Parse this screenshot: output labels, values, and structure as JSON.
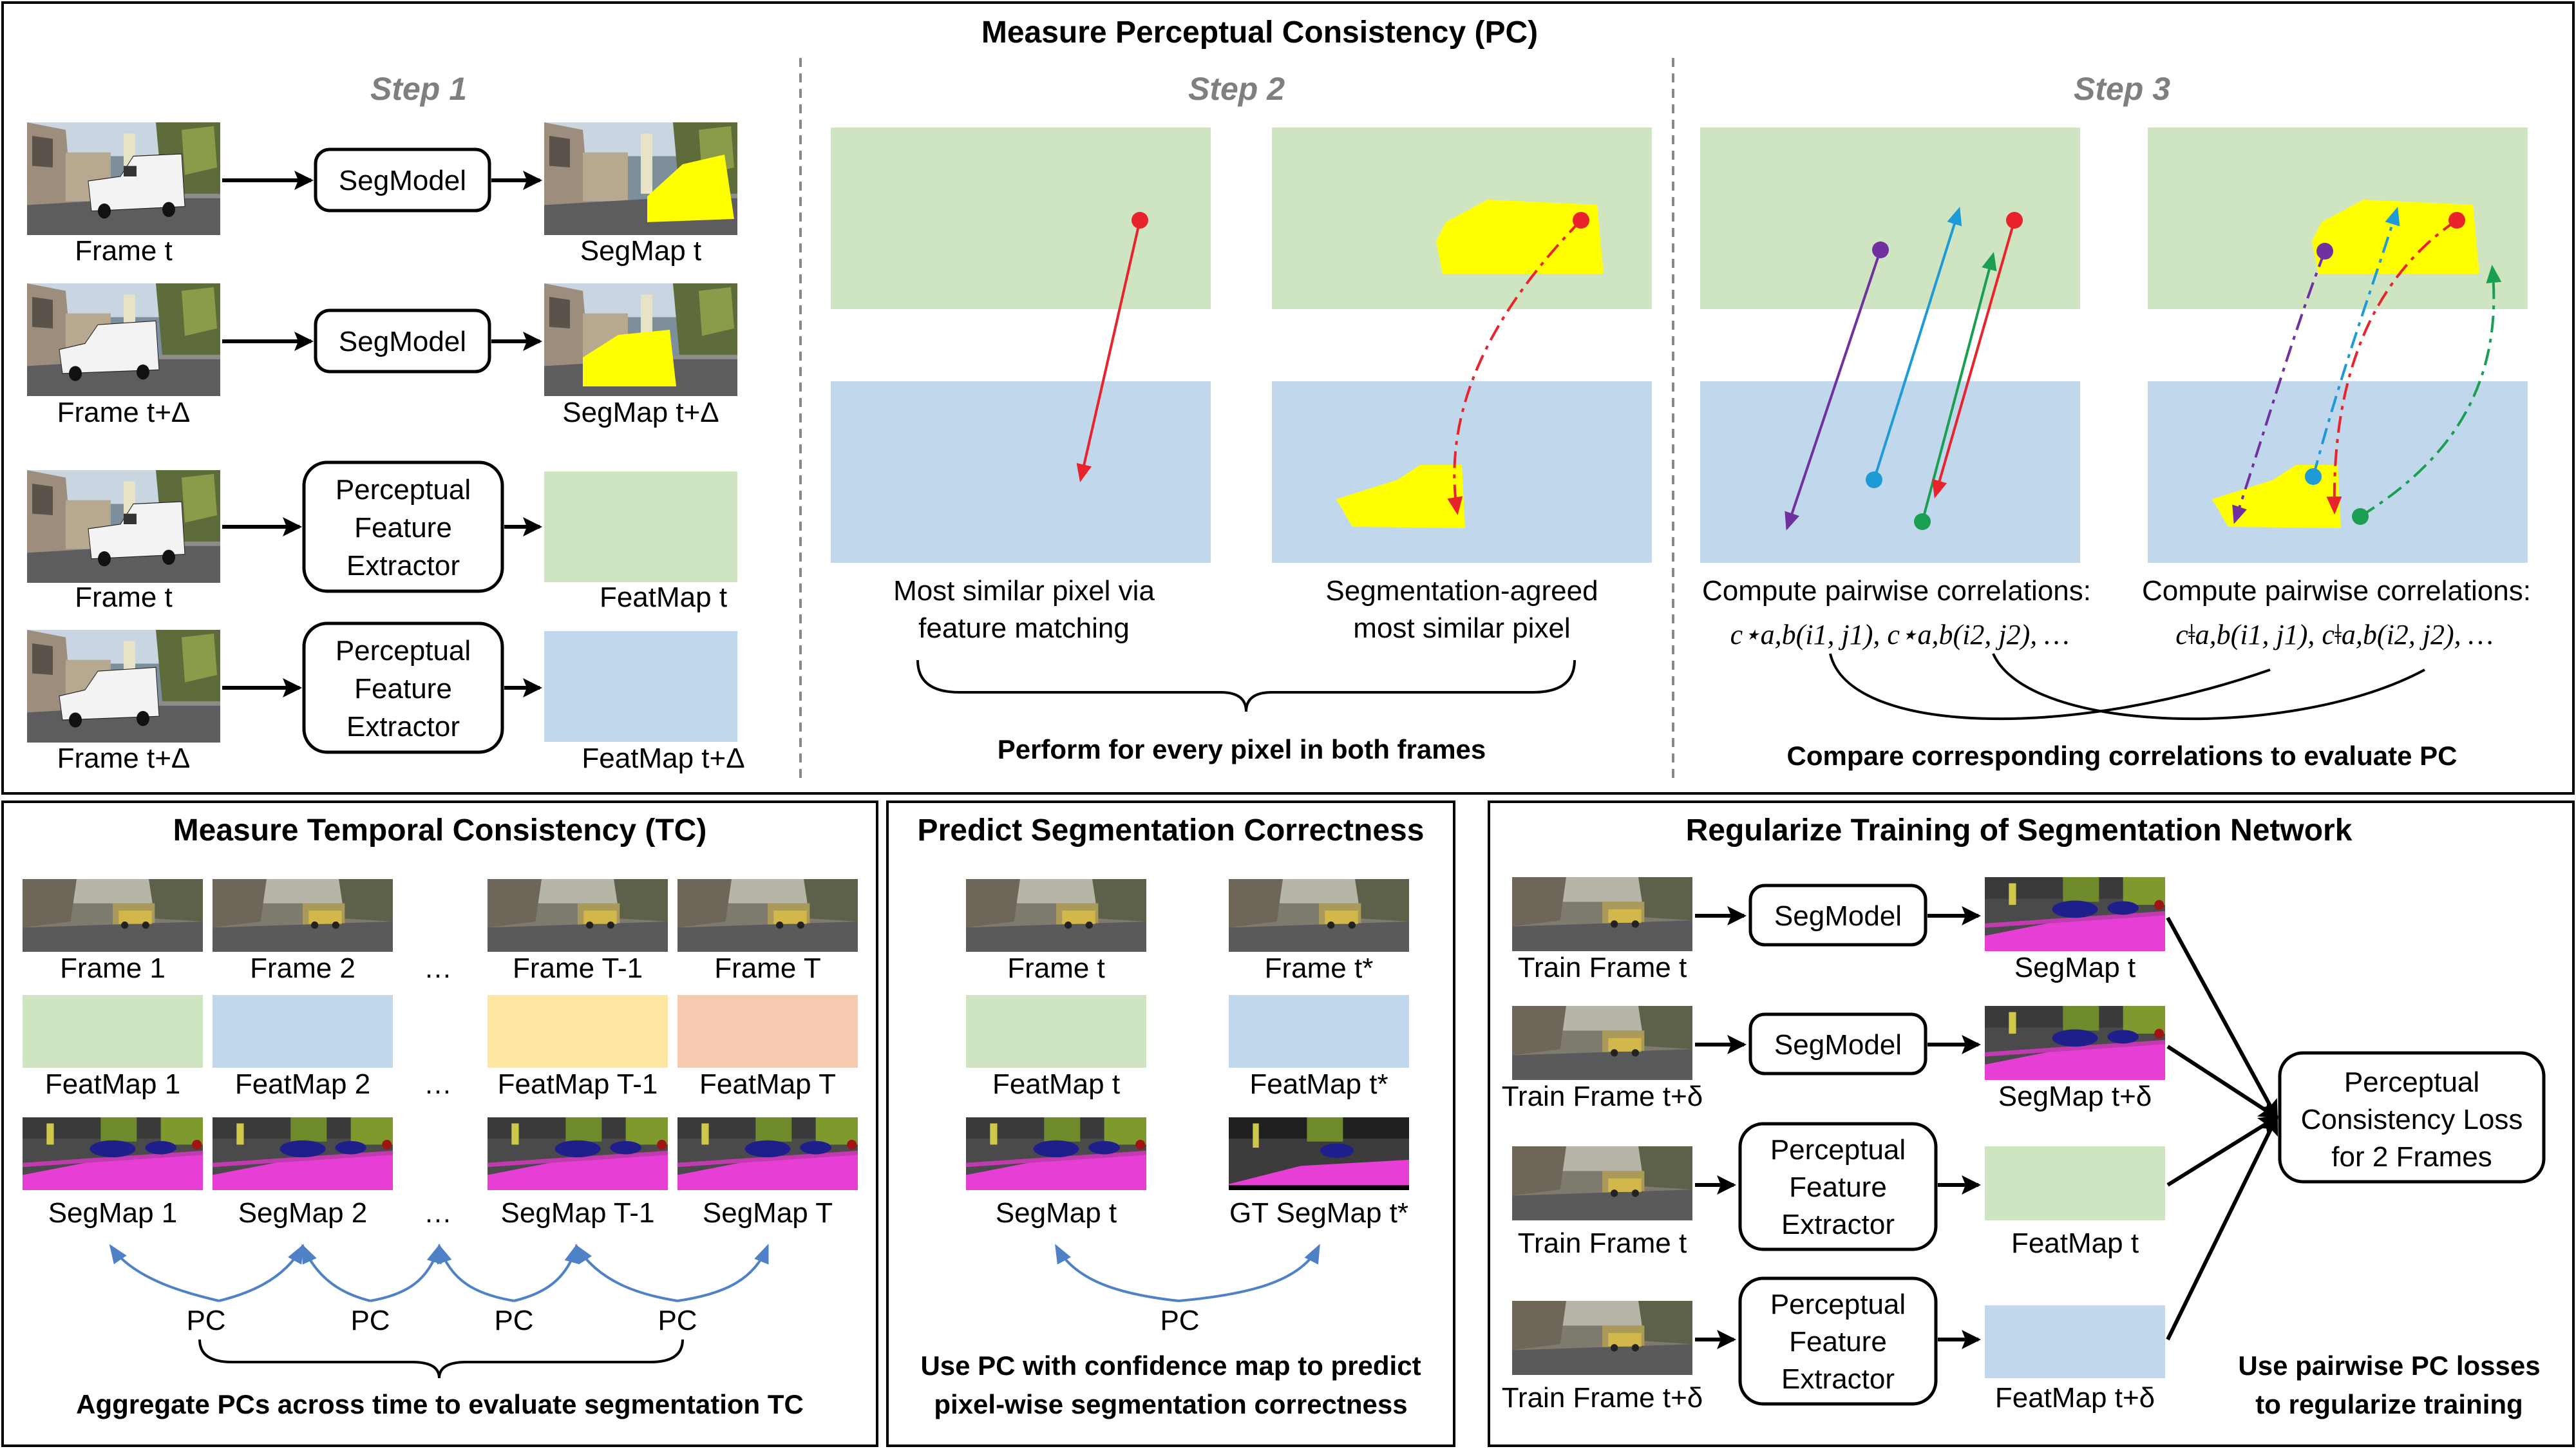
{
  "colors": {
    "feat_green": "#cfe5c2",
    "feat_blue": "#c1d8ec",
    "feat_yellow": "#fde7a2",
    "feat_orange": "#f7cab0",
    "seg_yellow": "#ffff00",
    "seg_magenta": "#ec3bd4",
    "seg_navy": "#1f1f8c",
    "arrow_red": "#e8232b",
    "arrow_purple": "#7030a0",
    "arrow_cyan": "#1e9bd7",
    "arrow_green": "#1a9f52",
    "arc_blue": "#4f81c7"
  },
  "pc": {
    "title": "Measure Perceptual Consistency (PC)",
    "step1": {
      "title": "Step 1",
      "segmodel": "SegModel",
      "extractor_lines": [
        "Perceptual",
        "Feature",
        "Extractor"
      ],
      "frame_t": "Frame t",
      "frame_td": "Frame t+Δ",
      "segmap_t": "SegMap t",
      "segmap_td": "SegMap t+Δ",
      "featmap_t": "FeatMap t",
      "featmap_td": "FeatMap t+Δ"
    },
    "step2": {
      "title": "Step 2",
      "caption_left": [
        "Most similar pixel via",
        "feature matching"
      ],
      "caption_right": [
        "Segmentation-agreed",
        "most similar pixel"
      ],
      "footer": "Perform for every pixel in both frames"
    },
    "step3": {
      "title": "Step 3",
      "caption": "Compute pairwise correlations:",
      "formula_left": "c⋆a,b(i1, j1), c⋆a,b(i2, j2), …",
      "formula_right": "cǂa,b(i1, j1), cǂa,b(i2, j2), …",
      "footer": "Compare corresponding correlations to evaluate PC"
    }
  },
  "tc": {
    "title": "Measure Temporal Consistency (TC)",
    "frames": [
      "Frame 1",
      "Frame 2",
      "Frame T-1",
      "Frame T"
    ],
    "featmaps": [
      "FeatMap 1",
      "FeatMap 2",
      "FeatMap T-1",
      "FeatMap T"
    ],
    "segmaps": [
      "SegMap 1",
      "SegMap 2",
      "SegMap T-1",
      "SegMap T"
    ],
    "ellipsis": "…",
    "pc_label": "PC",
    "footer": "Aggregate PCs across time to evaluate segmentation TC"
  },
  "psc": {
    "title": "Predict Segmentation Correctness",
    "frame_t": "Frame t",
    "frame_tstar": "Frame t*",
    "featmap_t": "FeatMap t",
    "featmap_tstar": "FeatMap t*",
    "segmap_t": "SegMap t",
    "gt_segmap": "GT SegMap t*",
    "pc_label": "PC",
    "footer": [
      "Use PC with confidence map to predict",
      "pixel-wise segmentation correctness"
    ]
  },
  "reg": {
    "title": "Regularize Training of Segmentation Network",
    "segmodel": "SegModel",
    "extractor_lines": [
      "Perceptual",
      "Feature",
      "Extractor"
    ],
    "train_frame_t": "Train Frame t",
    "train_frame_td": "Train Frame t+δ",
    "segmap_t": "SegMap t",
    "segmap_td": "SegMap t+δ",
    "featmap_t": "FeatMap t",
    "featmap_td": "FeatMap t+δ",
    "loss_lines": [
      "Perceptual",
      "Consistency Loss",
      "for 2 Frames"
    ],
    "footer": [
      "Use pairwise PC losses",
      "to regularize training"
    ]
  }
}
